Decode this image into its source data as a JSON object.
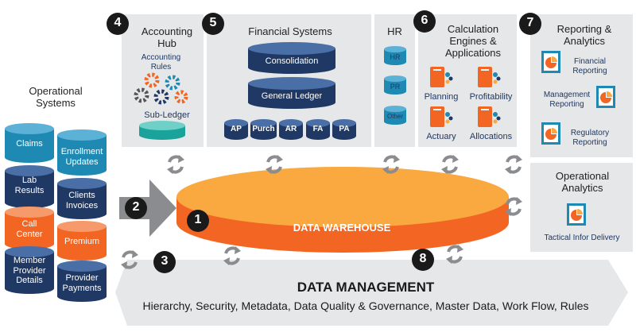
{
  "operational_systems": {
    "title": "Operational\nSystems",
    "items": [
      "Claims",
      "Enrollment\nUpdates",
      "Lab\nResults",
      "Clients\nInvoices",
      "Call\nCenter",
      "Premium",
      "Member\nProvider\nDetails",
      "Provider\nPayments"
    ]
  },
  "accounting_hub": {
    "number": "4",
    "title": "Accounting\nHub",
    "rules_label": "Accounting\nRules",
    "subledger_label": "Sub-Ledger"
  },
  "financial_systems": {
    "number": "5",
    "title": "Financial Systems",
    "consolidation": "Consolidation",
    "general_ledger": "General Ledger",
    "modules": [
      "AP",
      "Purch",
      "AR",
      "FA",
      "PA"
    ]
  },
  "hr": {
    "title": "HR",
    "items": [
      "HR",
      "PR",
      "Other"
    ]
  },
  "calculation_engines": {
    "number": "6",
    "title": "Calculation\nEngines &\nApplications",
    "items": [
      "Planning",
      "Profitability",
      "Actuary",
      "Allocations"
    ]
  },
  "reporting": {
    "number": "7",
    "title": "Reporting &\nAnalytics",
    "items": [
      "Financial\nReporting",
      "Management\nReporting",
      "Regulatory\nReporting"
    ]
  },
  "operational_analytics": {
    "title": "Operational\nAnalytics",
    "item": "Tactical Infor Delivery"
  },
  "data_warehouse": {
    "number": "1",
    "label": "DATA WAREHOUSE"
  },
  "flow": {
    "number": "2"
  },
  "data_management": {
    "number3": "3",
    "number8": "8",
    "title": "DATA MANAGEMENT",
    "subtitle": "Hierarchy, Security, Metadata, Data Quality & Governance, Master Data, Work Flow, Rules"
  },
  "colors": {
    "navy": "#1f3864",
    "teal": "#1e8ab4",
    "orange": "#f26522",
    "gold": "#f9a940",
    "panel": "#e6e7e8",
    "badge": "#1a1a1a"
  }
}
